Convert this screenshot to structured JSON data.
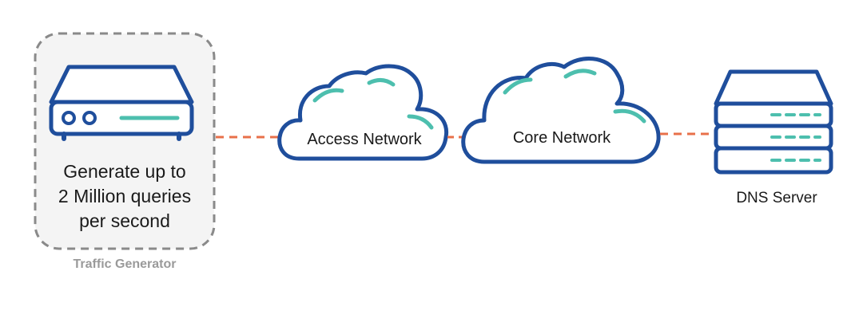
{
  "traffic_generator": {
    "description_lines": [
      "Generate up to",
      "2 Million queries",
      "per second"
    ],
    "caption": "Traffic Generator"
  },
  "access_network": {
    "label": "Access Network"
  },
  "core_network": {
    "label": "Core Network"
  },
  "dns_server": {
    "label": "DNS Server"
  },
  "colors": {
    "device_stroke": "#1f4e9c",
    "cloud_accent": "#4dbfae",
    "connector": "#e8704a",
    "dashed_border": "#8a8a8a",
    "caption_text": "#9a9a9a"
  }
}
